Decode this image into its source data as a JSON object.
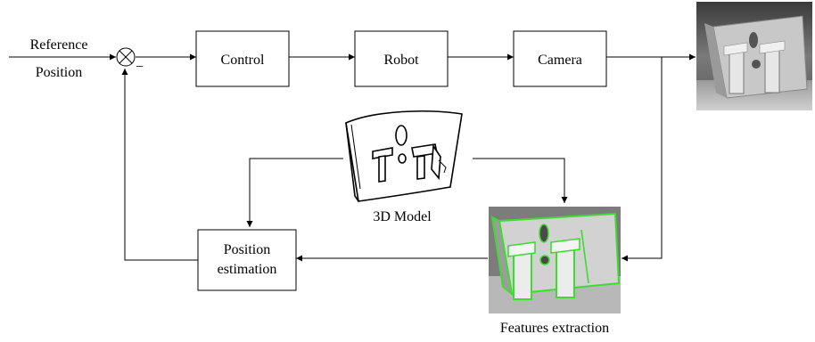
{
  "reference_label": [
    "Reference",
    "Position"
  ],
  "minus_sign": "−",
  "blocks": {
    "control": "Control",
    "robot": "Robot",
    "camera": "Camera",
    "position_estimation": [
      "Position",
      "estimation"
    ]
  },
  "image_labels": {
    "model": "3D Model",
    "features": "Features extraction"
  },
  "colors": {
    "line": "#000000",
    "feature_edges": "#3ddc2e",
    "photo_bg": "#8a8a8a",
    "panel": "#d4d4d4"
  }
}
